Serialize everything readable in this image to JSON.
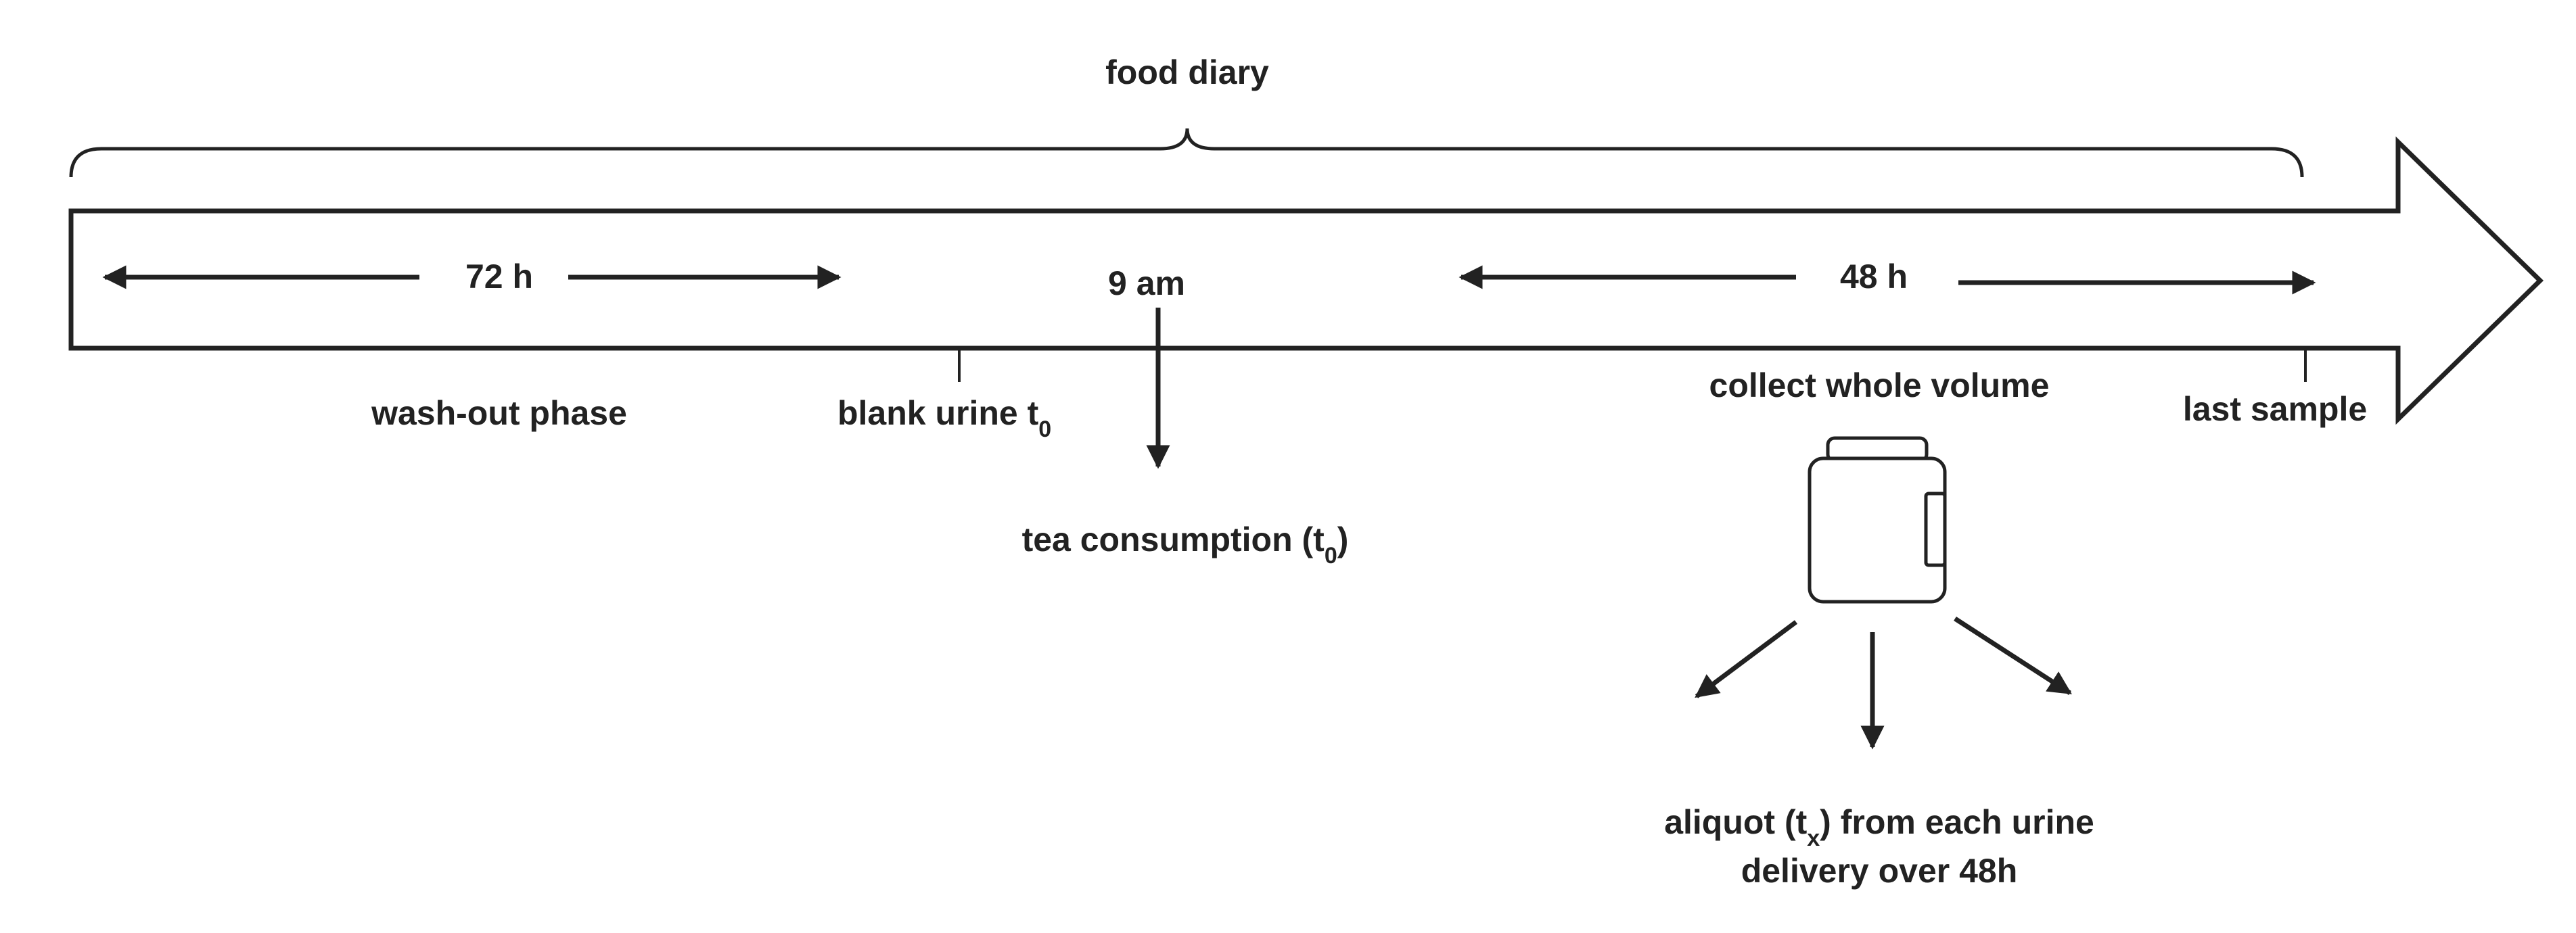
{
  "colors": {
    "ink": "#222222",
    "background": "#ffffff"
  },
  "labels": {
    "food_diary": "food diary",
    "h72": "72 h",
    "nine_am": "9 am",
    "h48": "48 h",
    "washout": "wash-out phase",
    "blank_urine": "blank urine t",
    "blank_urine_sub": "0",
    "tea_pre": "tea consumption (t",
    "tea_sub": "0",
    "tea_post": ")",
    "collect": "collect whole volume",
    "last_sample": "last sample",
    "aliquot_pre": "aliquot (t",
    "aliquot_sub": "x",
    "aliquot_post": ") from each urine",
    "aliquot_line2": "delivery over 48h"
  },
  "icons": {
    "container": "urine-container-icon"
  }
}
